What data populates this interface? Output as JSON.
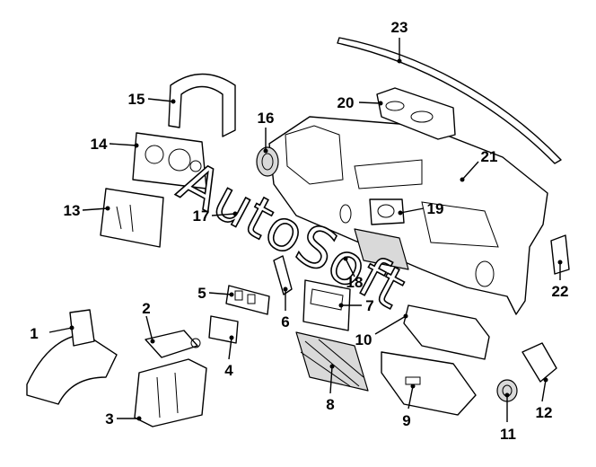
{
  "diagram": {
    "watermark": "AutoSoft",
    "callouts": [
      "1",
      "2",
      "3",
      "4",
      "5",
      "6",
      "7",
      "8",
      "9",
      "10",
      "11",
      "12",
      "13",
      "14",
      "15",
      "16",
      "17",
      "18",
      "19",
      "20",
      "21",
      "22",
      "23"
    ]
  }
}
